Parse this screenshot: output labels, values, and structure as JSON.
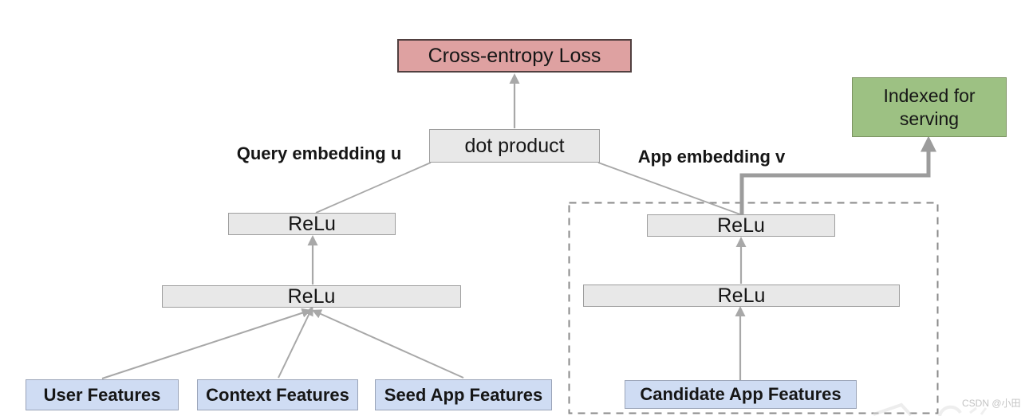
{
  "diagram": {
    "nodes": {
      "loss": {
        "label": "Cross-entropy Loss"
      },
      "dot_product": {
        "label": "dot product"
      },
      "indexed": {
        "label": "Indexed for serving"
      },
      "relu_query_top": {
        "label": "ReLu"
      },
      "relu_query_bottom": {
        "label": "ReLu"
      },
      "relu_app_top": {
        "label": "ReLu"
      },
      "relu_app_bottom": {
        "label": "ReLu"
      },
      "user_features": {
        "label": "User Features"
      },
      "context_features": {
        "label": "Context Features"
      },
      "seed_app_features": {
        "label": "Seed App Features"
      },
      "candidate_app_features": {
        "label": "Candidate App Features"
      }
    },
    "annotations": {
      "query_embedding": "Query embedding u",
      "app_embedding": "App embedding v"
    },
    "edges": [
      {
        "from": "dot_product",
        "to": "loss",
        "arrow": true
      },
      {
        "from": "relu_query_top",
        "to": "dot_product",
        "arrow": false
      },
      {
        "from": "relu_app_top",
        "to": "dot_product",
        "arrow": false
      },
      {
        "from": "relu_app_top",
        "to": "indexed",
        "arrow": true,
        "style": "thick-elbow"
      },
      {
        "from": "relu_query_bottom",
        "to": "relu_query_top",
        "arrow": true
      },
      {
        "from": "relu_app_bottom",
        "to": "relu_app_top",
        "arrow": true
      },
      {
        "from": "user_features",
        "to": "relu_query_bottom",
        "arrow": true
      },
      {
        "from": "context_features",
        "to": "relu_query_bottom",
        "arrow": true
      },
      {
        "from": "seed_app_features",
        "to": "relu_query_bottom",
        "arrow": true
      },
      {
        "from": "candidate_app_features",
        "to": "relu_app_bottom",
        "arrow": true
      }
    ],
    "groups": [
      {
        "name": "app-tower-dashed-box",
        "contains": [
          "relu_app_top",
          "relu_app_bottom",
          "candidate_app_features"
        ]
      }
    ],
    "colors": {
      "loss_fill": "#dea1a1",
      "loss_border": "#514040",
      "neutral_fill": "#e8e8e8",
      "neutral_border": "#9e9e9e",
      "serving_fill": "#9dc183",
      "serving_border": "#7b9160",
      "feature_fill": "#cfdcf3",
      "feature_border": "#9aa4b8",
      "line": "#a8a8a8",
      "thick_line": "#9c9c9c",
      "dash_border": "#8a8a8a"
    },
    "watermark": "CSDN @小田"
  }
}
